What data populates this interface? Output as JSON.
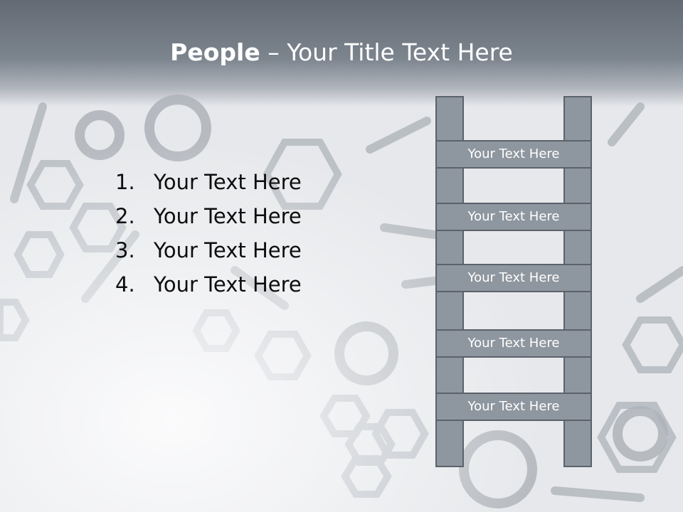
{
  "slide": {
    "title_bold": "People",
    "title_rest": " – Your Title Text Here"
  },
  "list": [
    {
      "number": "1.",
      "text": "Your Text Here"
    },
    {
      "number": "2.",
      "text": "Your Text Here"
    },
    {
      "number": "3.",
      "text": "Your Text Here"
    },
    {
      "number": "4.",
      "text": "Your Text Here"
    }
  ],
  "ladder": {
    "rungs": [
      "Your Text Here",
      "Your Text Here",
      "Your Text Here",
      "Your Text Here",
      "Your Text Here"
    ]
  },
  "colors": {
    "title_bar": "#636a74",
    "ladder_fill": "#8e969f",
    "ladder_border": "#5b626b",
    "list_text": "#0d0d0d"
  }
}
